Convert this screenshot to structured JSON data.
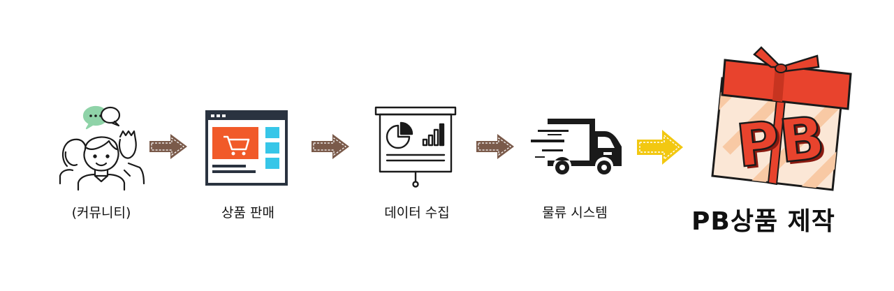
{
  "steps": [
    {
      "label": "(커뮤니티)",
      "icon": "community-people-icon"
    },
    {
      "label": "상품 판매",
      "icon": "shopping-cart-web-icon"
    },
    {
      "label": "데이터 수집",
      "icon": "presentation-chart-icon"
    },
    {
      "label": "물류 시스템",
      "icon": "delivery-truck-icon"
    },
    {
      "label": "PB상품 제작",
      "icon": "gift-box-pb-icon"
    }
  ],
  "gift_text": "PB",
  "colors": {
    "arrow_brown": "#7a5a4a",
    "arrow_yellow": "#f2c811",
    "accent_orange": "#f15a29",
    "cyan": "#37c6e8",
    "navy": "#2a3340",
    "bubble_green": "#8fd3a8",
    "gift_red": "#e8432d"
  }
}
